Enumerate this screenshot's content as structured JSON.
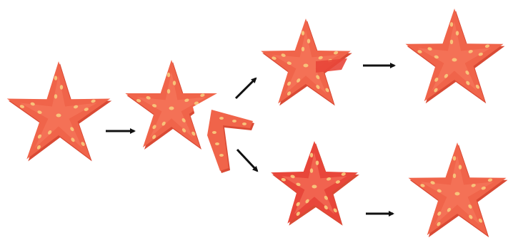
{
  "diagram": {
    "type": "starfish-regeneration",
    "colors": {
      "body": "#f0644a",
      "body_dark": "#d94a35",
      "body_light": "#f77c60",
      "regrowth": "#e8463a",
      "spots": "#f8c27a",
      "arrow": "#111111",
      "background": "#ffffff"
    },
    "stages": [
      {
        "id": "whole-starfish",
        "description_icon": "starfish-icon"
      },
      {
        "id": "starfish-with-arm-detached",
        "description_icon": "starfish-cut-icon"
      },
      {
        "id": "detached-arm",
        "description_icon": "starfish-arm-icon"
      },
      {
        "id": "body-regrowing-arm",
        "description_icon": "starfish-regrow-icon"
      },
      {
        "id": "arm-regrowing-body",
        "description_icon": "starfish-regrow-icon"
      },
      {
        "id": "regenerated-starfish-top",
        "description_icon": "starfish-icon"
      },
      {
        "id": "regenerated-starfish-bottom",
        "description_icon": "starfish-icon"
      }
    ],
    "arrows": [
      {
        "from": "whole-starfish",
        "to": "starfish-with-arm-detached",
        "direction": "right"
      },
      {
        "from": "starfish-with-arm-detached",
        "to": "body-regrowing-arm",
        "direction": "up-right"
      },
      {
        "from": "detached-arm",
        "to": "arm-regrowing-body",
        "direction": "down-right"
      },
      {
        "from": "body-regrowing-arm",
        "to": "regenerated-starfish-top",
        "direction": "right"
      },
      {
        "from": "arm-regrowing-body",
        "to": "regenerated-starfish-bottom",
        "direction": "right"
      }
    ]
  }
}
